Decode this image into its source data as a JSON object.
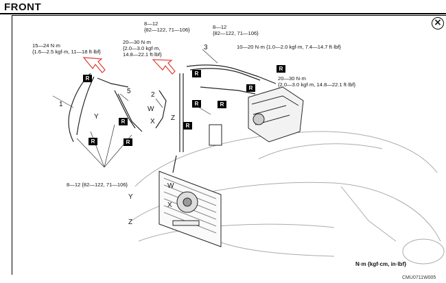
{
  "header": {
    "title": "FRONT"
  },
  "close_glyph": "×",
  "specs": [
    "15—24 N·m\n{1.6—2.5 kgf·m, 11—18 ft·lbf}",
    "20—30 N·m\n{2.0—3.0 kgf·m,\n14.8—22.1 ft·lbf}",
    "8—12\n{82—122, 71—106}",
    "8—12\n{82—122, 71—106}",
    "10—20 N·m {1.0—2.0 kgf·m, 7.4—14.7 ft·lbf}",
    "20—30 N·m\n{2.0—3.0 kgf·m, 14.8—22.1 ft·lbf}",
    "8—12 {82—122, 71—106}"
  ],
  "part_numbers": [
    "1",
    "2",
    "3",
    "5"
  ],
  "connection_labels": {
    "upper": [
      "W",
      "X",
      "Y",
      "Z"
    ],
    "lower": [
      "W",
      "X",
      "Y",
      "Z"
    ]
  },
  "badge_label": "R",
  "units_note": "N·m {kgf·cm, in·lbf}",
  "figure_code": "CMU0711W005",
  "colors": {
    "accent": "#e03a2f",
    "ink": "#000000"
  }
}
